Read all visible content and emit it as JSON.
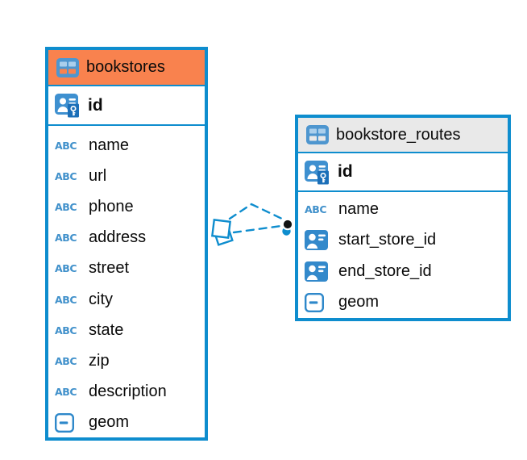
{
  "diagram": {
    "background_color": "#ffffff",
    "accent_blue": "#0E8DCE",
    "tables": [
      {
        "name": "bookstores",
        "header_color": "#F9824E",
        "header_icon": "table-icon",
        "primary_key": {
          "name": "id",
          "icon": "person-key-icon"
        },
        "columns": [
          {
            "name": "name",
            "icon": "text-abc-icon"
          },
          {
            "name": "url",
            "icon": "text-abc-icon"
          },
          {
            "name": "phone",
            "icon": "text-abc-icon"
          },
          {
            "name": "address",
            "icon": "text-abc-icon"
          },
          {
            "name": "street",
            "icon": "text-abc-icon"
          },
          {
            "name": "city",
            "icon": "text-abc-icon"
          },
          {
            "name": "state",
            "icon": "text-abc-icon"
          },
          {
            "name": "zip",
            "icon": "text-abc-icon"
          },
          {
            "name": "description",
            "icon": "text-abc-icon"
          },
          {
            "name": "geom",
            "icon": "geometry-icon"
          }
        ]
      },
      {
        "name": "bookstore_routes",
        "header_color": "#E9E9E9",
        "header_icon": "table-icon",
        "primary_key": {
          "name": "id",
          "icon": "person-key-icon"
        },
        "columns": [
          {
            "name": "name",
            "icon": "text-abc-icon"
          },
          {
            "name": "start_store_id",
            "icon": "person-ref-icon"
          },
          {
            "name": "end_store_id",
            "icon": "person-ref-icon"
          },
          {
            "name": "geom",
            "icon": "geometry-icon"
          }
        ]
      }
    ],
    "relationship": {
      "from_table": "bookstores",
      "to_table": "bookstore_routes",
      "line_style": "dashed",
      "line_color": "#0E8DCE",
      "source_marker": "stacked-squares",
      "target_marker": "filled-dot"
    },
    "icons": {
      "text_type_label": "ABC"
    }
  }
}
